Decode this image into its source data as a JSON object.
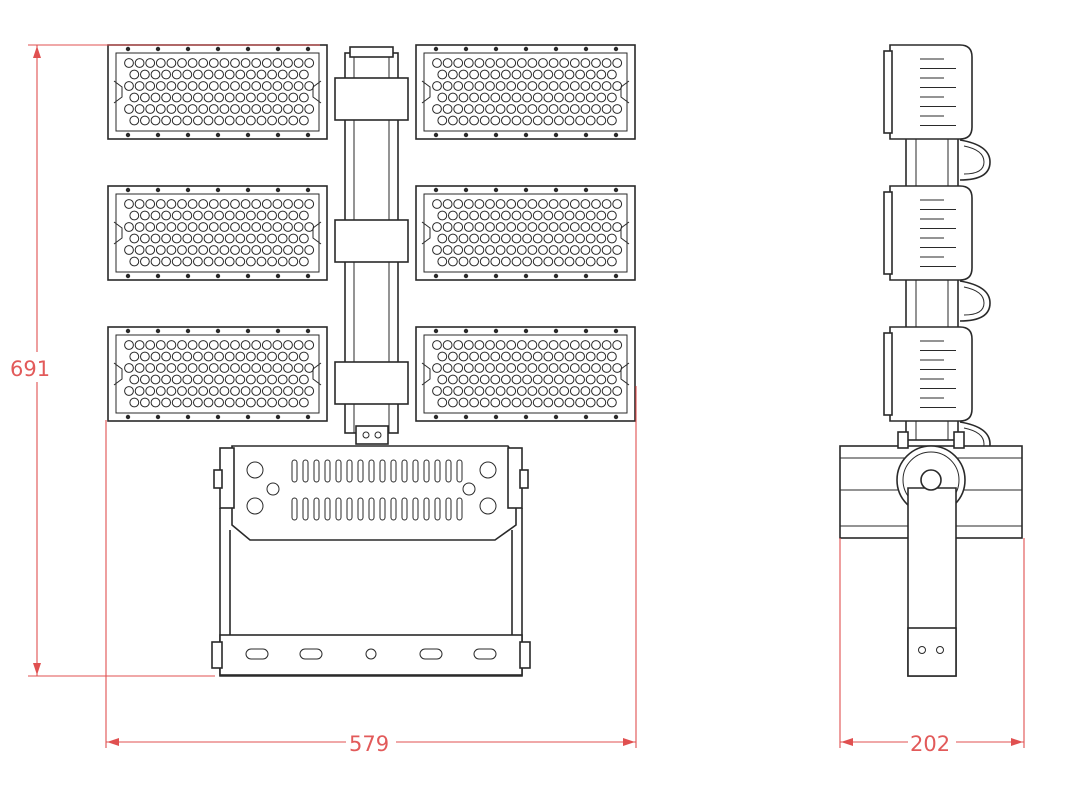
{
  "dimensions": {
    "height": "691",
    "front_width": "579",
    "side_width": "202"
  },
  "colors": {
    "line": "#2a2a2a",
    "dimension": "#e05050"
  }
}
